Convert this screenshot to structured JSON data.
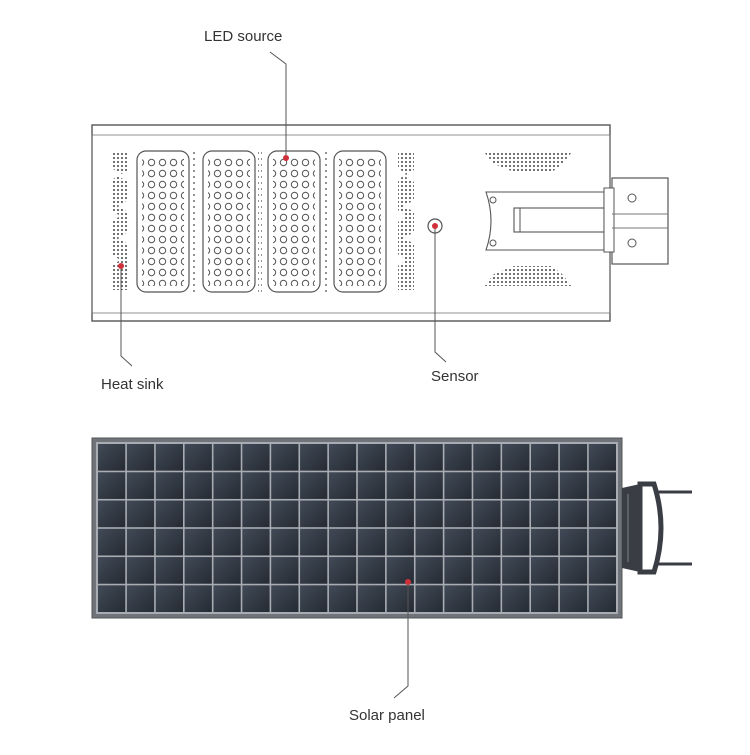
{
  "labels": {
    "led_source": "LED source",
    "heat_sink": "Heat sink",
    "sensor": "Sensor",
    "solar_panel": "Solar panel"
  },
  "colors": {
    "marker": "#d0303a",
    "outline": "#555555",
    "panel_cell": "#2e3540",
    "panel_frame": "#7a7f86"
  }
}
